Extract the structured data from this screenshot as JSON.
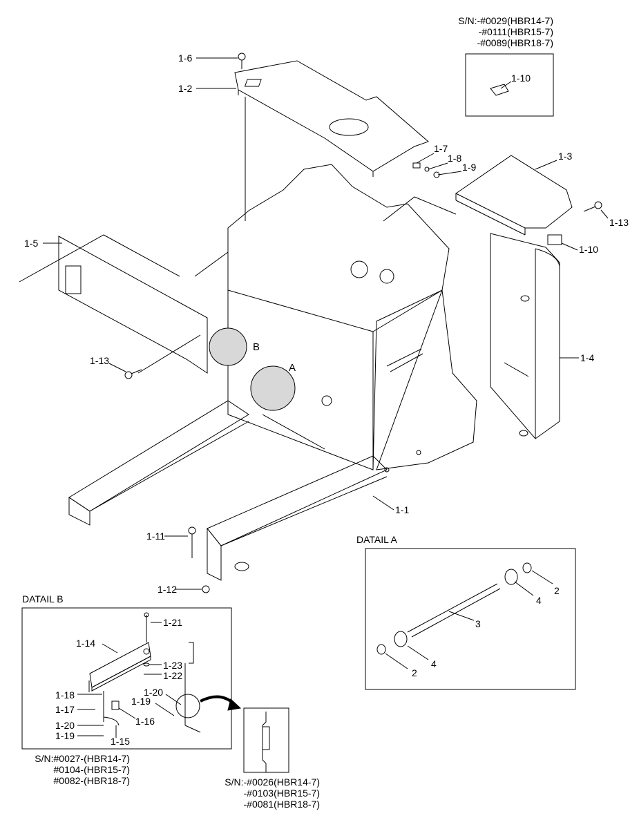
{
  "title_detail_a": "DATAIL A",
  "title_detail_b": "DATAIL B",
  "callouts": {
    "c1_1": "1-1",
    "c1_2": "1-2",
    "c1_3": "1-3",
    "c1_4": "1-4",
    "c1_5": "1-5",
    "c1_6": "1-6",
    "c1_7": "1-7",
    "c1_8": "1-8",
    "c1_9": "1-9",
    "c1_10_main": "1-10",
    "c1_10_inset": "1-10",
    "c1_11": "1-11",
    "c1_12": "1-12",
    "c1_13_right": "1-13",
    "c1_13_left": "1-13",
    "detail_a_marker": "A",
    "detail_b_marker": "B"
  },
  "detail_a": {
    "p2a": "2",
    "p4a": "4",
    "p3": "3",
    "p4b": "4",
    "p2b": "2"
  },
  "detail_b": {
    "c1_21": "1-21",
    "c1_14": "1-14",
    "c1_23": "1-23",
    "c1_22": "1-22",
    "c1_18": "1-18",
    "c1_20a": "1-20",
    "c1_19a": "1-19",
    "c1_17": "1-17",
    "c1_16": "1-16",
    "c1_20b": "1-20",
    "c1_19b": "1-19",
    "c1_15": "1-15"
  },
  "serials": {
    "top_right": [
      "S/N:-#0029(HBR14-7)",
      "-#0111(HBR15-7)",
      "-#0089(HBR18-7)"
    ],
    "detail_b": [
      "S/N:#0027-(HBR14-7)",
      "#0104-(HBR15-7)",
      "#0082-(HBR18-7)"
    ],
    "bottom_inset": [
      "S/N:-#0026(HBR14-7)",
      "-#0103(HBR15-7)",
      "-#0081(HBR18-7)"
    ]
  }
}
